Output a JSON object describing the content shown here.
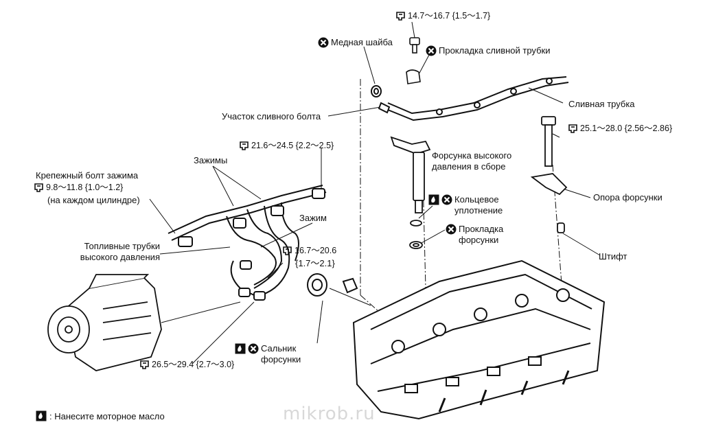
{
  "labels": {
    "copper_washer": "Медная шайба",
    "drain_tube_gasket": "Прокладка сливной трубки",
    "drain_tube": "Сливная трубка",
    "drain_bolt_section": "Участок сливного болта",
    "injector_assy_line1": "Форсунка высокого",
    "injector_assy_line2": "давления в сборе",
    "clamps": "Зажимы",
    "clamp_bolt_line1": "Крепежный болт зажима",
    "clamp_bolt_line3": "(на каждом цилиндре)",
    "clamp": "Зажим",
    "fuel_pipes_line1": "Топливные трубки",
    "fuel_pipes_line2": "высокого давления",
    "o_ring_line1": "Кольцевое",
    "o_ring_line2": "уплотнение",
    "injector_gasket_line1": "Прокладка",
    "injector_gasket_line2": "форсунки",
    "injector_support": "Опора форсунки",
    "pin": "Штифт",
    "injector_seal_line1": "Сальник",
    "injector_seal_line2": "форсунки"
  },
  "torques": {
    "drain_bolt": "14.7～16.7  {1.5～1.7}",
    "support_bolt": "25.1～28.0  {2.56～2.86}",
    "pipe_nuts_upper": "21.6～24.5  {2.2～2.5}",
    "clamp_bolt": "9.8～11.8  {1.0～1.2}",
    "clamp_nut_line1": "16.7～20.6",
    "clamp_nut_line2": "{1.7～2.1}",
    "pipe_nuts_lower": "26.5～29.4  {2.7～3.0}"
  },
  "legend": {
    "apply_oil": ": Нанесите моторное масло"
  },
  "watermark": "mikrob.ru",
  "icons": [
    "torque-wrench-icon",
    "non-reusable-part-icon",
    "apply-oil-icon"
  ]
}
